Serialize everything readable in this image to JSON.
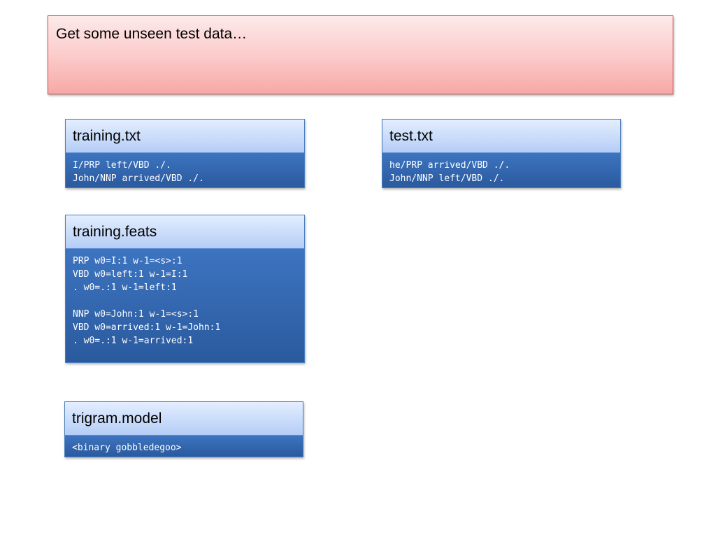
{
  "slide": {
    "title": "Get some unseen test data…"
  },
  "files": {
    "training_txt": {
      "name": "training.txt",
      "lines": [
        "I/PRP left/VBD ./.",
        "John/NNP arrived/VBD ./."
      ]
    },
    "test_txt": {
      "name": "test.txt",
      "lines": [
        "he/PRP arrived/VBD ./.",
        "John/NNP left/VBD ./."
      ]
    },
    "training_feats": {
      "name": "training.feats",
      "lines": [
        "PRP w0=I:1 w-1=<s>:1",
        "VBD w0=left:1 w-1=I:1",
        ". w0=.:1 w-1=left:1",
        "",
        "NNP w0=John:1 w-1=<s>:1",
        "VBD w0=arrived:1 w-1=John:1",
        ". w0=.:1 w-1=arrived:1"
      ]
    },
    "trigram_model": {
      "name": "trigram.model",
      "lines": [
        "<binary gobbledegoo>"
      ]
    }
  },
  "colors": {
    "title_fill": "#fbc9c8",
    "title_border": "#c0504d",
    "header_fill": "#b4cdf6",
    "body_fill": "#3d74c0",
    "body_text": "#ffffff"
  }
}
